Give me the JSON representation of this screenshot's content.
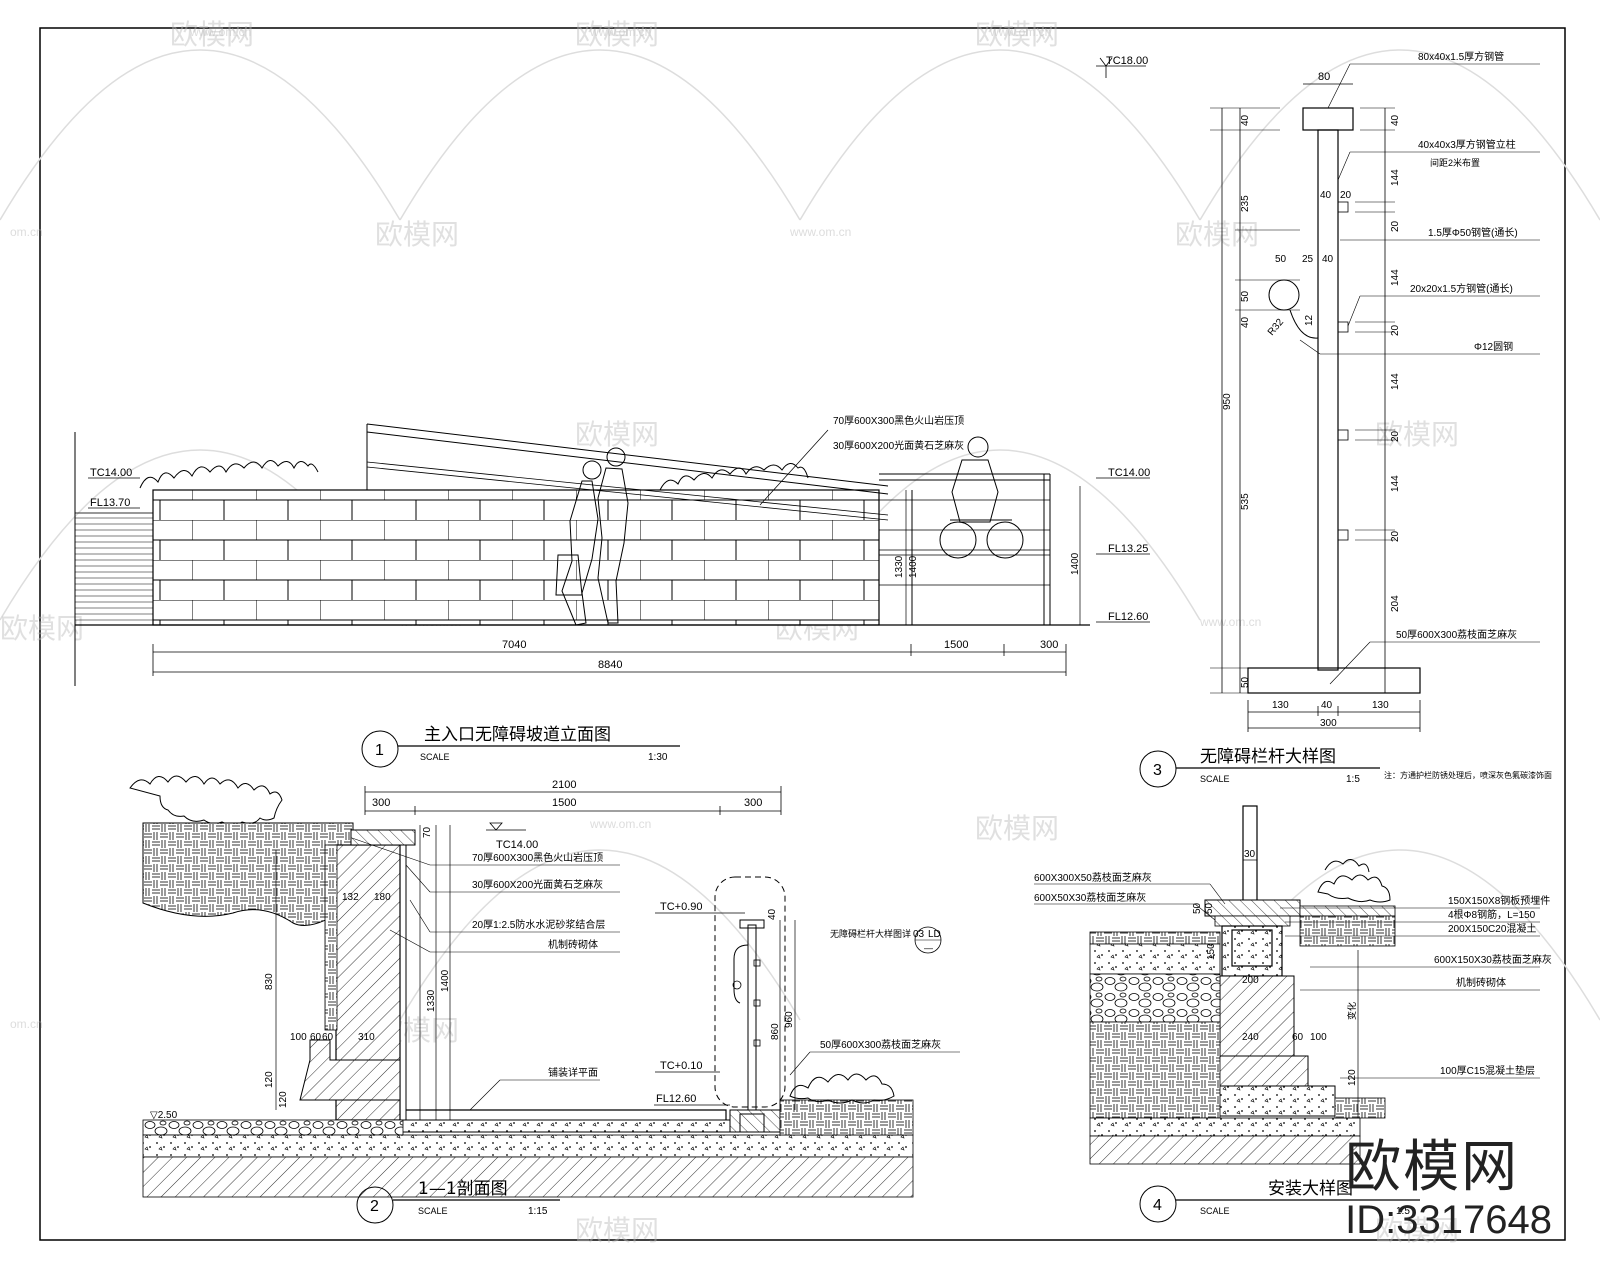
{
  "watermarks": {
    "brand": "欧模网",
    "site": "www.om.cn",
    "site_short": "om.cn"
  },
  "corner_watermark": {
    "logo": "欧模网",
    "id": "ID:3317648"
  },
  "drawing1": {
    "number": "1",
    "title": "主入口无障碍坡道立面图",
    "scale_label": "SCALE",
    "scale": "1:30",
    "levels": {
      "tc_top": "TC18.00",
      "tc_left": "TC14.00",
      "fl_left": "FL13.70",
      "tc_right": "TC14.00",
      "fl_mid": "FL13.25",
      "fl_right": "FL12.60"
    },
    "notes": [
      "70厚600X300黑色火山岩压顶",
      "30厚600X200光面黄石芝麻灰"
    ],
    "dims": {
      "d7040": "7040",
      "d1500": "1500",
      "d300": "300",
      "d8840": "8840",
      "d1330": "1330",
      "d1400a": "1400",
      "d1400b": "1400"
    }
  },
  "drawing2": {
    "number": "2",
    "title": "1—1剖面图",
    "scale_label": "SCALE",
    "scale": "1:15",
    "dims": {
      "d2100": "2100",
      "d300a": "300",
      "d1500": "1500",
      "d300b": "300",
      "d70": "70",
      "d132": "132",
      "d180": "180",
      "d830": "830",
      "d1330": "1330",
      "d1400": "1400",
      "d100": "100",
      "d60": "60",
      "d60b": "60",
      "d310": "310",
      "d120a": "120",
      "d120b": "120",
      "d40": "40",
      "d860": "860",
      "d960": "960"
    },
    "levels": {
      "tc": "TC14.00",
      "tc090": "TC+0.90",
      "tc010": "TC+0.10",
      "fl": "FL12.60",
      "low": "▽2.50"
    },
    "notes": [
      "70厚600X300黑色火山岩压顶",
      "30厚600X200光面黄石芝麻灰",
      "20厚1:2.5防水水泥砂浆结合层",
      "机制砖砌体",
      "铺装详平面",
      "50厚600X300荔枝面芝麻灰"
    ],
    "detail_ref": "无障碍栏杆大样图详",
    "detail_ref_code": "03",
    "detail_ref_sheet": "LD",
    "detail_ref_sub": "—"
  },
  "drawing3": {
    "number": "3",
    "title": "无障碍栏杆大样图",
    "scale_label": "SCALE",
    "scale": "1:5",
    "note": "注：方通护栏防锈处理后，喷深灰色氟碳漆饰面",
    "dims": {
      "top80": "80",
      "v40a": "40",
      "v40b": "40",
      "v235": "235",
      "v950": "950",
      "v535": "535",
      "v50": "50",
      "v40c": "40",
      "v50b": "50",
      "r32": "R32",
      "h50": "50",
      "h25": "25",
      "h40": "40",
      "h40b": "40",
      "h20": "20",
      "v144a": "144",
      "v20a": "20",
      "v144b": "144",
      "v20b": "20",
      "v144c": "144",
      "v20c": "20",
      "v144d": "144",
      "v20d": "20",
      "v204": "204",
      "v12": "12",
      "b130a": "130",
      "b40": "40",
      "b130b": "130",
      "b300": "300"
    },
    "labels": [
      "80x40x1.5厚方钢管",
      "40x40x3厚方钢管立柱",
      "间距2米布置",
      "1.5厚Φ50钢管(通长)",
      "20x20x1.5方钢管(通长)",
      "Φ12圆钢",
      "50厚600X300荔枝面芝麻灰"
    ]
  },
  "drawing4": {
    "number": "4",
    "title": "安装大样图",
    "scale_label": "SCALE",
    "scale": "1:5",
    "dims": {
      "d30": "30",
      "d50a": "50",
      "d50b": "50",
      "d150": "150",
      "d200": "200",
      "d240": "240",
      "d60": "60",
      "d100": "100",
      "d120": "120",
      "dvar": "变化"
    },
    "labels": [
      "600X300X50荔枝面芝麻灰",
      "600X50X30荔枝面芝麻灰",
      "150X150X8钢板预埋件",
      "4根Φ8钢筋，L=150",
      "200X150C20混凝土",
      "600X150X30荔枝面芝麻灰",
      "机制砖砌体",
      "100厚C15混凝土垫层"
    ]
  }
}
